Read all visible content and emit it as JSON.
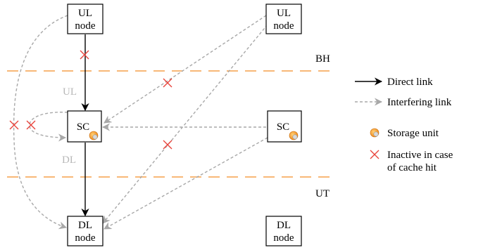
{
  "nodes": {
    "ul_left": [
      "UL",
      "node"
    ],
    "ul_right": [
      "UL",
      "node"
    ],
    "sc_left": [
      "SC"
    ],
    "sc_right": [
      "SC"
    ],
    "dl_left": [
      "DL",
      "node"
    ],
    "dl_right": [
      "DL",
      "node"
    ]
  },
  "zones": {
    "bh": "BH",
    "ut": "UT"
  },
  "link_labels": {
    "ul": "UL",
    "dl": "DL"
  },
  "legend": {
    "direct_link": "Direct link",
    "interfering_link": "Interfering link",
    "storage_unit": "Storage unit",
    "inactive_line1": "Inactive in case",
    "inactive_line2": "of cache hit"
  },
  "colors": {
    "boundary": "#f5a04a",
    "cross": "#e8423a",
    "interfering": "#a8a8a8",
    "direct": "#000000",
    "storage": "#f08a1c"
  },
  "icons": {
    "storage": "storage-disk-icon",
    "inactive": "cross-icon"
  }
}
